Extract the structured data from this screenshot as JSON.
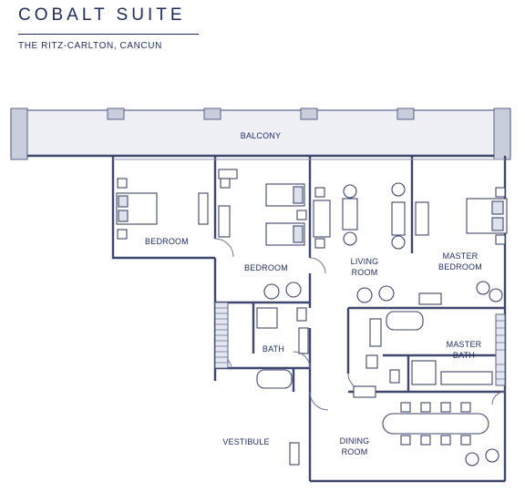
{
  "header": {
    "title": "COBALT SUITE",
    "subtitle": "THE RITZ-CARLTON, CANCUN"
  },
  "rooms": {
    "balcony": "BALCONY",
    "bedroom_left": "BEDROOM",
    "bedroom_center": "BEDROOM",
    "living_room_line1": "LIVING",
    "living_room_line2": "ROOM",
    "master_bedroom_line1": "MASTER",
    "master_bedroom_line2": "BEDROOM",
    "bath": "BATH",
    "master_bath_line1": "MASTER",
    "master_bath_line2": "BATH",
    "vestibule": "VESTIBULE",
    "dining_room_line1": "DINING",
    "dining_room_line2": "ROOM"
  },
  "colors": {
    "ink": "#1f2a5c",
    "wall_fill": "#cfd4e3",
    "wall_stroke": "#5a6387"
  }
}
